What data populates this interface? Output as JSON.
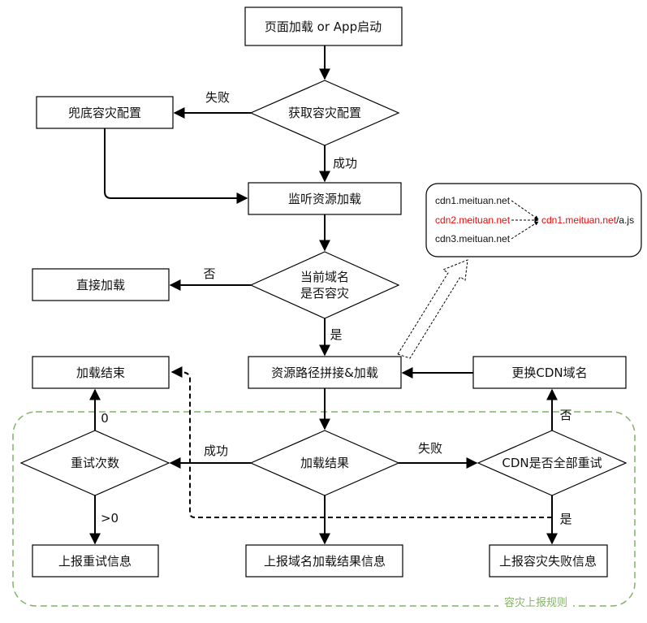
{
  "nodes": {
    "start": "页面加载 or App启动",
    "get_config": "获取容灾配置",
    "fallback_config": "兜底容灾配置",
    "listen": "监听资源加载",
    "is_disaster_line1": "当前域名",
    "is_disaster_line2": "是否容灾",
    "direct_load": "直接加载",
    "concat_load": "资源路径拼接&加载",
    "load_end": "加载结束",
    "change_cdn": "更换CDN域名",
    "retry_count": "重试次数",
    "load_result": "加载结果",
    "cdn_all_retried": "CDN是否全部重试",
    "report_retry": "上报重试信息",
    "report_domain": "上报域名加载结果信息",
    "report_disaster_fail": "上报容灾失败信息"
  },
  "edges": {
    "fail": "失败",
    "success": "成功",
    "no": "否",
    "yes": "是",
    "success2": "成功",
    "fail2": "失败",
    "zero": "0",
    "gt_zero": ">0",
    "no2": "否",
    "yes2": "是"
  },
  "callout": {
    "cdn1": "cdn1.meituan.net",
    "cdn2": "cdn2.meituan.net",
    "cdn3": "cdn3.meituan.net",
    "target_domain": "cdn1.meituan.net",
    "target_path": "/a.js"
  },
  "group": {
    "label": "容灾上报规则"
  },
  "colors": {
    "stroke": "#000000",
    "highlight": "#ff0000",
    "group_border": "#82b366"
  }
}
